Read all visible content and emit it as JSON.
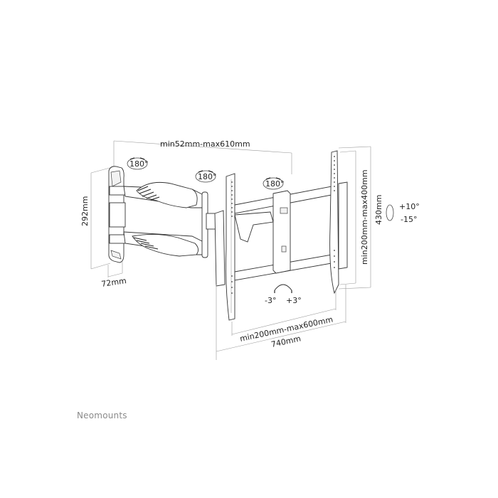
{
  "diagram": {
    "dimensions": {
      "arm_extension": "min52mm-max610mm",
      "wall_plate_height": "292mm",
      "wall_plate_depth": "72mm",
      "vesa_vertical": "min200mm-max400mm",
      "bracket_height": "430mm",
      "vesa_horizontal": "min200mm-max600mm",
      "total_width": "740mm"
    },
    "rotations": {
      "swivel_1": "180°",
      "swivel_2": "180°",
      "swivel_3": "180°",
      "tilt_up": "+10°",
      "tilt_down": "-15°",
      "rotate_left": "-3°",
      "rotate_right": "+3°"
    }
  },
  "brand": "Neomounts"
}
